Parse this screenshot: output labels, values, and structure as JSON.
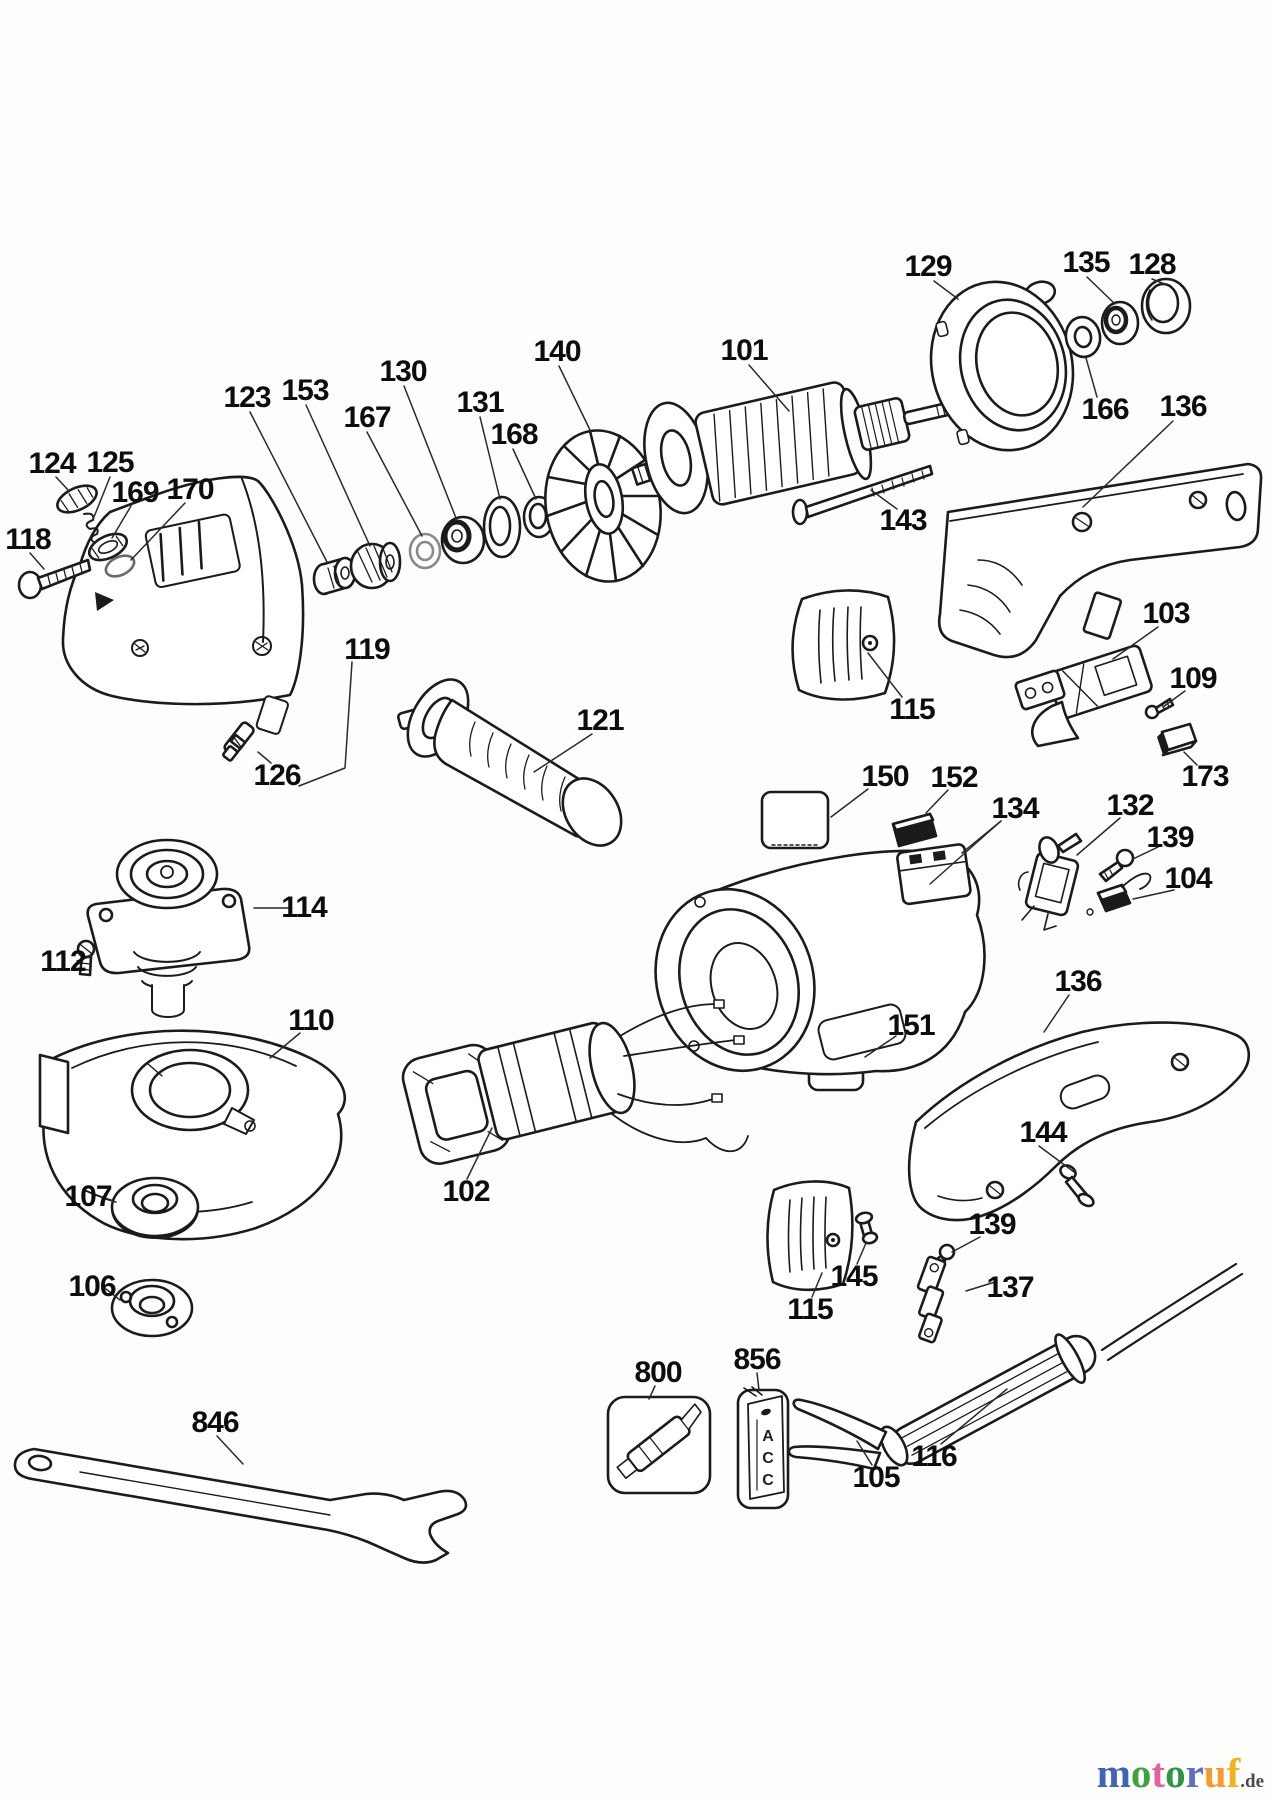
{
  "page": {
    "background_color": "#fdfdfc",
    "line_color": "#1b1b1b"
  },
  "diagram": {
    "type": "exploded-parts-diagram",
    "labels": [
      {
        "id": "part-124",
        "text": "124"
      },
      {
        "id": "part-125",
        "text": "125"
      },
      {
        "id": "part-169",
        "text": "169"
      },
      {
        "id": "part-170",
        "text": "170"
      },
      {
        "id": "part-118",
        "text": "118"
      },
      {
        "id": "part-123",
        "text": "123"
      },
      {
        "id": "part-153",
        "text": "153"
      },
      {
        "id": "part-167",
        "text": "167"
      },
      {
        "id": "part-130",
        "text": "130"
      },
      {
        "id": "part-131",
        "text": "131"
      },
      {
        "id": "part-168",
        "text": "168"
      },
      {
        "id": "part-140",
        "text": "140"
      },
      {
        "id": "part-101",
        "text": "101"
      },
      {
        "id": "part-129",
        "text": "129"
      },
      {
        "id": "part-135",
        "text": "135"
      },
      {
        "id": "part-128",
        "text": "128"
      },
      {
        "id": "part-166",
        "text": "166"
      },
      {
        "id": "part-136-top",
        "text": "136"
      },
      {
        "id": "part-143",
        "text": "143"
      },
      {
        "id": "part-119",
        "text": "119"
      },
      {
        "id": "part-126",
        "text": "126"
      },
      {
        "id": "part-121",
        "text": "121"
      },
      {
        "id": "part-115-top",
        "text": "115"
      },
      {
        "id": "part-103",
        "text": "103"
      },
      {
        "id": "part-109",
        "text": "109"
      },
      {
        "id": "part-173",
        "text": "173"
      },
      {
        "id": "part-150",
        "text": "150"
      },
      {
        "id": "part-152",
        "text": "152"
      },
      {
        "id": "part-134",
        "text": "134"
      },
      {
        "id": "part-132",
        "text": "132"
      },
      {
        "id": "part-139-top",
        "text": "139"
      },
      {
        "id": "part-104",
        "text": "104"
      },
      {
        "id": "part-114",
        "text": "114"
      },
      {
        "id": "part-112",
        "text": "112"
      },
      {
        "id": "part-110",
        "text": "110"
      },
      {
        "id": "part-151",
        "text": "151"
      },
      {
        "id": "part-136-bottom",
        "text": "136"
      },
      {
        "id": "part-102",
        "text": "102"
      },
      {
        "id": "part-107",
        "text": "107"
      },
      {
        "id": "part-106",
        "text": "106"
      },
      {
        "id": "part-144",
        "text": "144"
      },
      {
        "id": "part-139-bottom",
        "text": "139"
      },
      {
        "id": "part-145",
        "text": "145"
      },
      {
        "id": "part-137",
        "text": "137"
      },
      {
        "id": "part-115-bottom",
        "text": "115"
      },
      {
        "id": "part-846",
        "text": "846"
      },
      {
        "id": "part-800",
        "text": "800"
      },
      {
        "id": "part-856",
        "text": "856"
      },
      {
        "id": "part-105",
        "text": "105"
      },
      {
        "id": "part-116",
        "text": "116"
      }
    ],
    "accessory_card": {
      "letters": [
        "A",
        "C",
        "C"
      ]
    }
  },
  "watermark": {
    "site": "motoruf",
    "tld": ".de",
    "tld_color": "#4a4a4a",
    "letters": [
      {
        "ch": "m",
        "color": "#4063b8"
      },
      {
        "ch": "o",
        "color": "#3fa23f"
      },
      {
        "ch": "t",
        "color": "#e85f9e"
      },
      {
        "ch": "o",
        "color": "#2f9444"
      },
      {
        "ch": "r",
        "color": "#5f6ec2"
      },
      {
        "ch": "u",
        "color": "#f59b2c"
      },
      {
        "ch": "f",
        "color": "#edb41f"
      }
    ]
  }
}
